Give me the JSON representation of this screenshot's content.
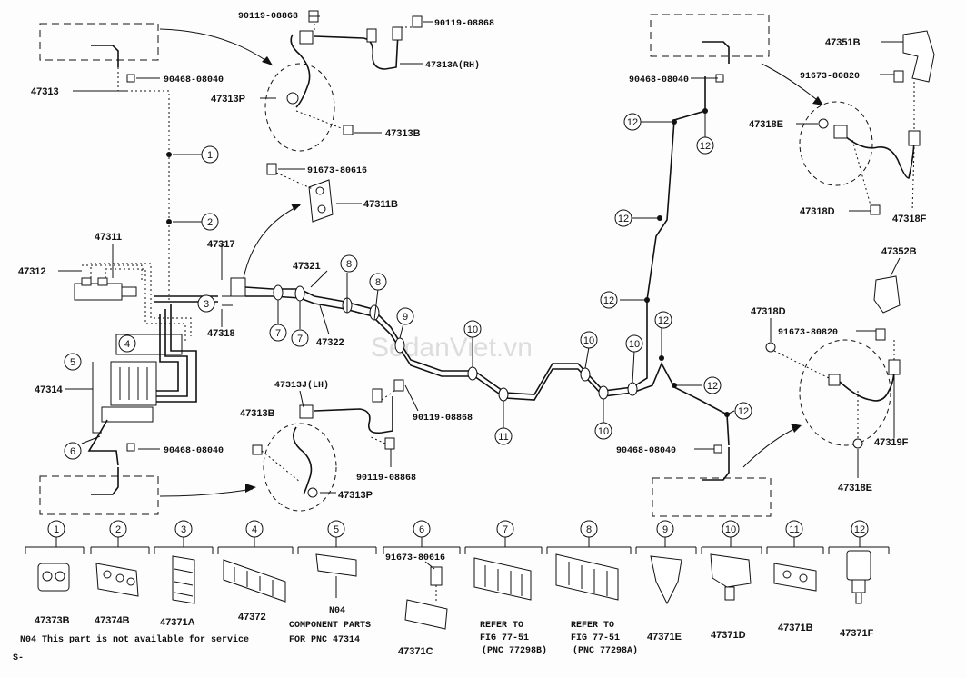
{
  "watermark": "SedanViet.vn",
  "part_labels": {
    "p47313": "47313",
    "p90468_tl": "90468-08040",
    "p90119_a": "90119-08868",
    "p90119_b": "90119-08868",
    "p47313a": "47313A(RH)",
    "p47313p_top": "47313P",
    "p47313b_top": "47313B",
    "p91673_mid": "91673-80616",
    "p47311b": "47311B",
    "p47311": "47311",
    "p47312": "47312",
    "p47317": "47317",
    "p47318": "47318",
    "p47321": "47321",
    "p47322": "47322",
    "p47314": "47314",
    "p90468_bl": "90468-08040",
    "p47313j": "47313J(LH)",
    "p47313b_bot": "47313B",
    "p90119_c": "90119-08868",
    "p90119_d": "90119-08868",
    "p47313p_bot": "47313P",
    "p90468_tr": "90468-08040",
    "p47351b": "47351B",
    "p91673_tr": "91673-80820",
    "p47318e_top": "47318E",
    "p47318d_top": "47318D",
    "p47318f": "47318F",
    "p47352b": "47352B",
    "p47318d_mid": "47318D",
    "p91673_mid2": "91673-80820",
    "p90468_br": "90468-08040",
    "p47319f": "47319F",
    "p47318e_bot": "47318E"
  },
  "callouts": [
    "1",
    "2",
    "3",
    "4",
    "5",
    "6",
    "7",
    "7",
    "8",
    "8",
    "9",
    "10",
    "10",
    "10",
    "11",
    "12",
    "12",
    "12",
    "12",
    "12",
    "12"
  ],
  "legend": [
    {
      "num": "1",
      "part": "47373B"
    },
    {
      "num": "2",
      "part": "47374B"
    },
    {
      "num": "3",
      "part": "47371A"
    },
    {
      "num": "4",
      "part": "47372"
    },
    {
      "num": "5",
      "part": "N04",
      "note1": "COMPONENT PARTS",
      "note2": "FOR PNC 47314"
    },
    {
      "num": "6",
      "part": "47371C",
      "extra": "91673-80616"
    },
    {
      "num": "7",
      "part": "",
      "note0": "REFER TO",
      "note1": "FIG 77-51",
      "note2": "(PNC 77298B)"
    },
    {
      "num": "8",
      "part": "",
      "note0": "REFER TO",
      "note1": "FIG 77-51",
      "note2": "(PNC 77298A)"
    },
    {
      "num": "9",
      "part": "47371E"
    },
    {
      "num": "10",
      "part": "47371D"
    },
    {
      "num": "11",
      "part": "47371B"
    },
    {
      "num": "12",
      "part": "47371F"
    }
  ],
  "footnote": "N04 This part is not available for service",
  "corner_mark": "S-"
}
